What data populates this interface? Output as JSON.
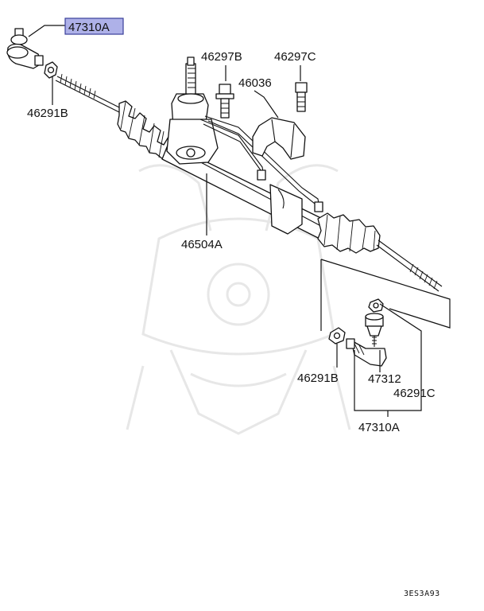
{
  "callouts": {
    "highlighted_tie_rod_end": "47310A",
    "bolt_a": "46297B",
    "bolt_b": "46297C",
    "bracket": "46036",
    "nut_left": "46291B",
    "gear_box": "46504A",
    "nut_right": "46291B",
    "boot": "47312",
    "nut_top": "46291C",
    "tie_rod_end_set": "47310A"
  },
  "footer_code": "3ES3A93",
  "colors": {
    "highlight_fill": "#aeb1e8",
    "highlight_border": "#3a3f9a",
    "line": "#111111",
    "watermark": "#e6e6e6"
  }
}
